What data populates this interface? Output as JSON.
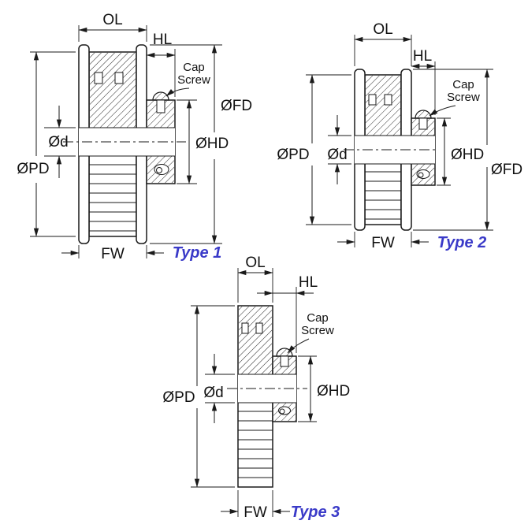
{
  "page": {
    "background": "#ffffff",
    "ink": "#1a1a1a",
    "accent": "#3a3ac8"
  },
  "diagrams": [
    {
      "id": "type-1",
      "type_label": "Type 1",
      "labels": {
        "overall_length": "OL",
        "hub_length": "HL",
        "cap_screw_line1": "Cap",
        "cap_screw_line2": "Screw",
        "flange_diameter": "ØFD",
        "hub_diameter": "ØHD",
        "pitch_diameter": "ØPD",
        "bore_diameter": "Ød",
        "face_width": "FW"
      }
    },
    {
      "id": "type-2",
      "type_label": "Type 2",
      "labels": {
        "overall_length": "OL",
        "hub_length": "HL",
        "cap_screw_line1": "Cap",
        "cap_screw_line2": "Screw",
        "flange_diameter": "ØFD",
        "hub_diameter": "ØHD",
        "pitch_diameter": "ØPD",
        "bore_diameter": "Ød",
        "face_width": "FW"
      }
    },
    {
      "id": "type-3",
      "type_label": "Type 3",
      "labels": {
        "overall_length": "OL",
        "hub_length": "HL",
        "cap_screw_line1": "Cap",
        "cap_screw_line2": "Screw",
        "hub_diameter": "ØHD",
        "pitch_diameter": "ØPD",
        "bore_diameter": "Ød",
        "face_width": "FW"
      }
    }
  ]
}
